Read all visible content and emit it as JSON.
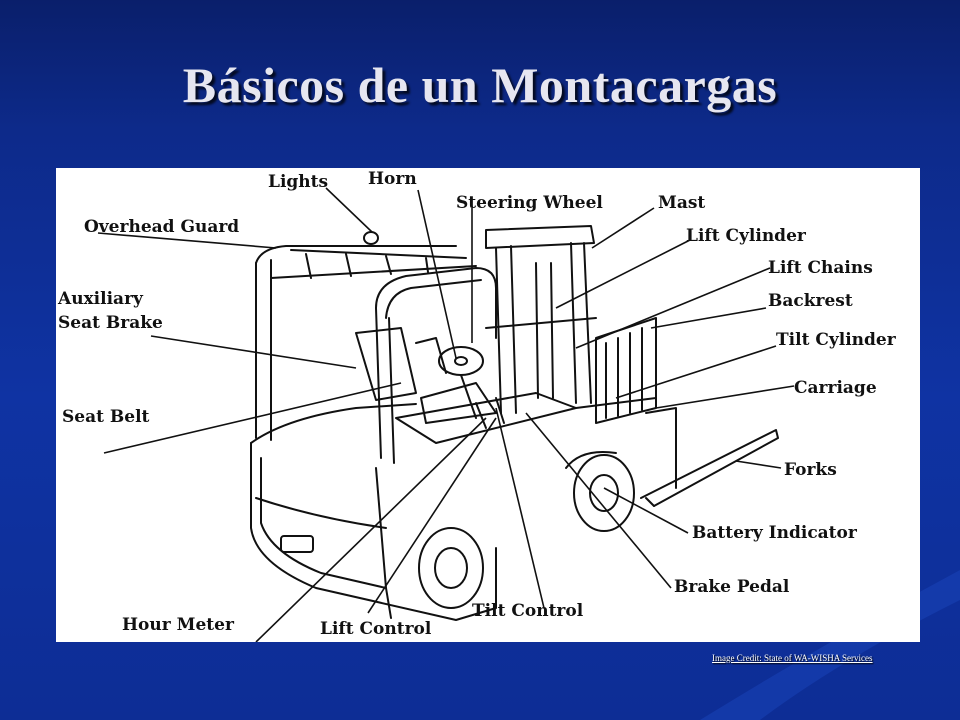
{
  "slide": {
    "title": "Básicos de un Montacargas",
    "credit": "Image Credit: State of WA-WISHA Services"
  },
  "diagram": {
    "subject": "forklift",
    "labels": {
      "lights": "Lights",
      "horn": "Horn",
      "steering_wheel": "Steering Wheel",
      "mast": "Mast",
      "overhead_guard": "Overhead Guard",
      "lift_cylinder": "Lift Cylinder",
      "lift_chains": "Lift Chains",
      "auxiliary": "Auxiliary",
      "seat_brake": "Seat Brake",
      "backrest": "Backrest",
      "tilt_cylinder": "Tilt Cylinder",
      "carriage": "Carriage",
      "seat_belt": "Seat Belt",
      "forks": "Forks",
      "battery_indicator": "Battery Indicator",
      "brake_pedal": "Brake Pedal",
      "tilt_control": "Tilt Control",
      "hour_meter": "Hour Meter",
      "lift_control": "Lift Control"
    }
  },
  "colors": {
    "background_top": "#0a1f6b",
    "background_bottom": "#0f33a3",
    "title_text": "#e6e6f0",
    "diagram_background": "#ffffff",
    "ink": "#111111"
  }
}
